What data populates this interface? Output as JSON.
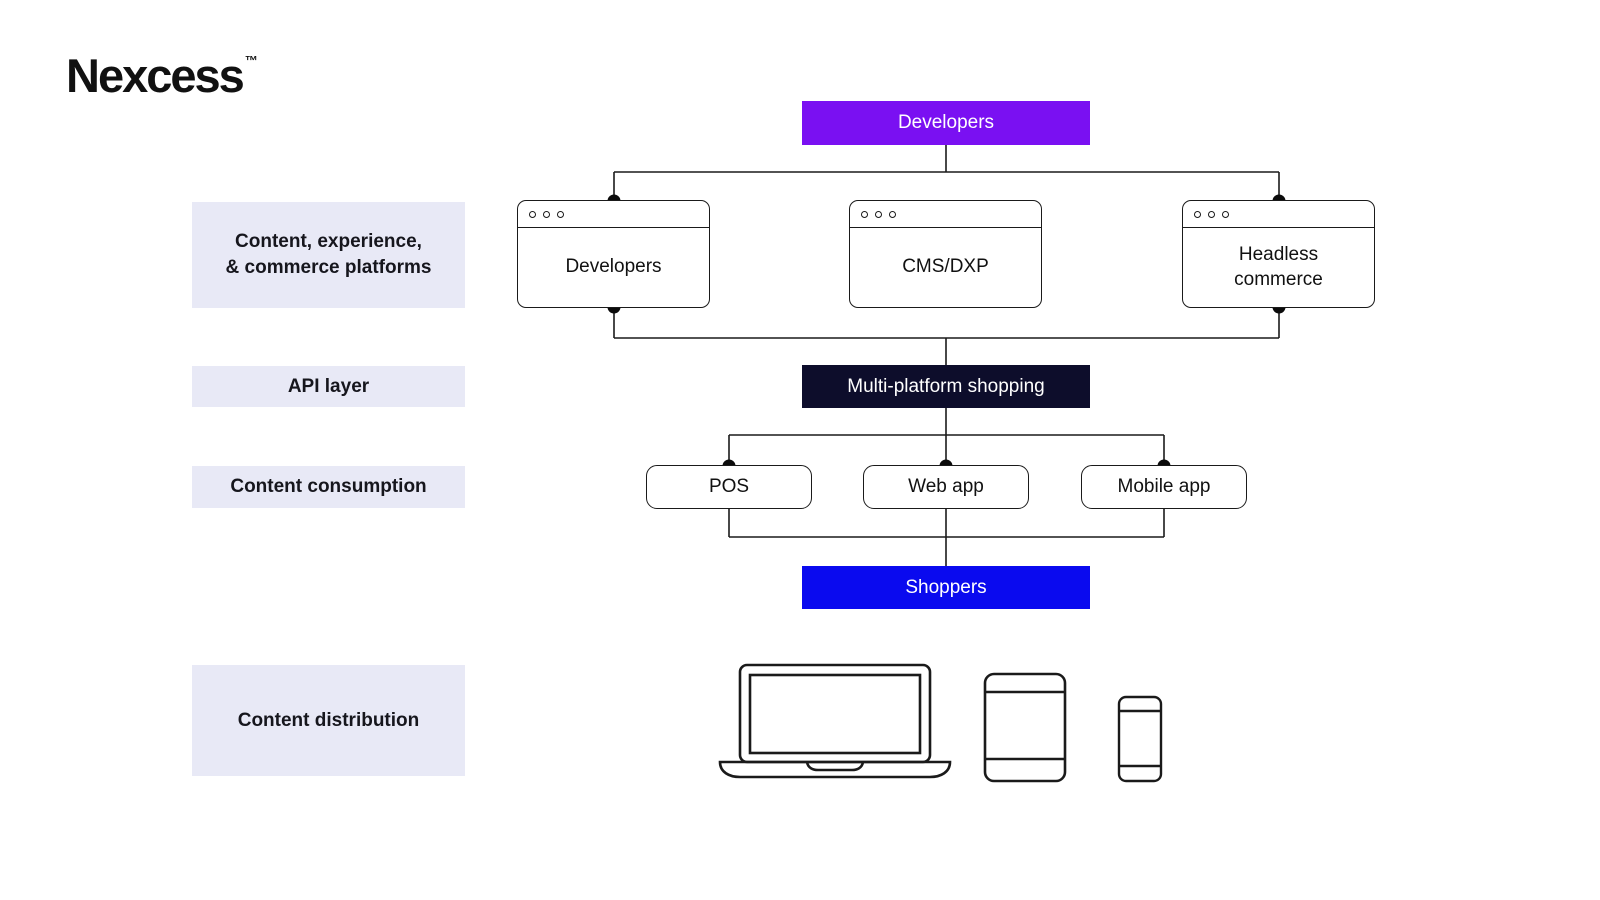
{
  "brand": {
    "name": "Nexcess",
    "trademark": "™"
  },
  "colors": {
    "purple": "#7A10F2",
    "navy": "#0D0D2B",
    "blue": "#0A0AEF",
    "labelBg": "#E8E9F6",
    "line": "#1A1A1A",
    "textDark": "#111111",
    "textLight": "#FFFFFF"
  },
  "diagram": {
    "developers_band": {
      "label": "Developers"
    },
    "platforms_row": {
      "label_line1": "Content, experience,",
      "label_line2": "& commerce platforms",
      "nodes": [
        {
          "label": "Developers"
        },
        {
          "label": "CMS/DXP"
        },
        {
          "label": "Headless commerce"
        }
      ]
    },
    "api_row": {
      "label": "API layer",
      "node": {
        "label": "Multi-platform shopping"
      }
    },
    "consumption_row": {
      "label": "Content consumption",
      "nodes": [
        {
          "label": "POS"
        },
        {
          "label": "Web app"
        },
        {
          "label": "Mobile app"
        }
      ]
    },
    "shoppers_band": {
      "label": "Shoppers"
    },
    "distribution_row": {
      "label": "Content distribution",
      "devices": [
        {
          "icon": "laptop-icon"
        },
        {
          "icon": "tablet-icon"
        },
        {
          "icon": "phone-icon"
        }
      ]
    }
  }
}
